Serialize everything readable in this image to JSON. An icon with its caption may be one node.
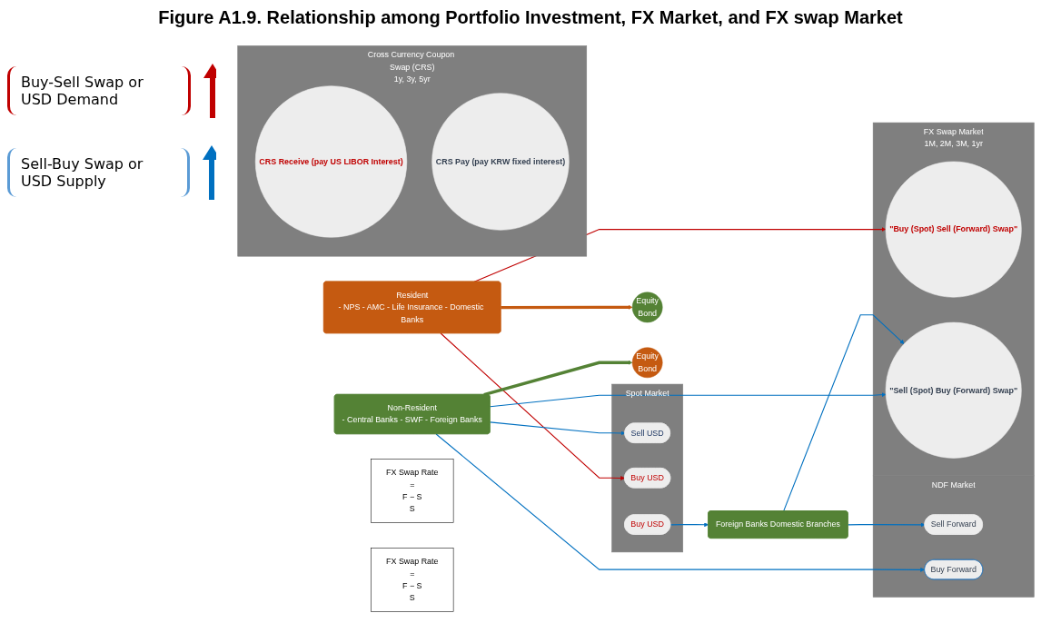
{
  "diagram": {
    "title": "Figure A1.9. Relationship among Portfolio Investment, FX Market, and FX swap Market",
    "nodes": [
      {
        "text": [
          "Equity",
          "Bond"
        ]
      },
      {
        "text": [
          "Resident",
          "- NPS - AMC - Life Insurance - Domestic Banks"
        ]
      },
      {
        "text": [
          "Spot Market"
        ]
      },
      {
        "text": [
          "Sell USD"
        ],
        "in": 2
      },
      {
        "text": [
          "Buy USD"
        ],
        "in": 2
      },
      {
        "text": [
          "Buy USD"
        ],
        "in": 2
      },
      {
        "text": [
          "Non-Resident",
          "- Central Banks - SWF - Foreign Banks"
        ]
      },
      {
        "text": [
          "Equity",
          "Bond"
        ]
      },
      {
        "text": [
          "FX Swap Market",
          "1M, 2M, 3M, 1yr"
        ]
      },
      {
        "text": [
          "\"Buy (Spot) Sell (Forward) Swap\""
        ],
        "in": 8
      },
      {
        "text": [
          "\"Sell (Spot) Buy (Forward) Swap\""
        ],
        "in": 8
      },
      {
        "text": [
          "FX Swap Rate",
          "=",
          "F − S",
          "S"
        ]
      },
      {
        "text": [
          "FX Swap Rate",
          "=",
          "F − S",
          "S"
        ]
      },
      {
        "text": [
          "Cross Currency Coupon Swap (CRS)",
          "1y, 3y, 5yr"
        ]
      },
      {
        "text": [
          "CRS Receive (pay US LIBOR Interest)"
        ],
        "in": 13
      },
      {
        "text": [
          "CRS Pay (pay KRW fixed interest)"
        ],
        "in": 13
      },
      {
        "text": [
          "Foreign Banks Domestic Branches"
        ]
      },
      {
        "text": [
          "NDF Market"
        ]
      },
      {
        "text": [
          "Sell Forward"
        ],
        "in": 17
      },
      {
        "text": [
          "Buy Forward"
        ],
        "in": 17
      }
    ],
    "edges": [
      {
        "from": 1,
        "to": 0,
        "arrow": "to",
        "style": "thick",
        "color": "#c55a11"
      },
      {
        "from": 1,
        "to": 4,
        "arrow": "to",
        "color": "#c00000"
      },
      {
        "from": 1,
        "to": 9,
        "arrow": "to",
        "color": "#c00000"
      },
      {
        "from": 6,
        "to": 3,
        "arrow": "to"
      },
      {
        "from": 6,
        "to": 7,
        "arrow": "to",
        "style": "thick",
        "color": "#548235"
      },
      {
        "from": 6,
        "to": 10,
        "arrow": "to"
      },
      {
        "from": 6,
        "to": 19,
        "arrow": "to"
      },
      {
        "from": 5,
        "to": 16,
        "arrow": "to"
      },
      {
        "from": 16,
        "to": 10,
        "arrow": "to"
      },
      {
        "from": 16,
        "to": 18,
        "arrow": "to"
      }
    ],
    "labels": [
      "Buy-Sell Swap or USD Demand",
      "Sell-Buy Swap or USD Supply"
    ]
  }
}
